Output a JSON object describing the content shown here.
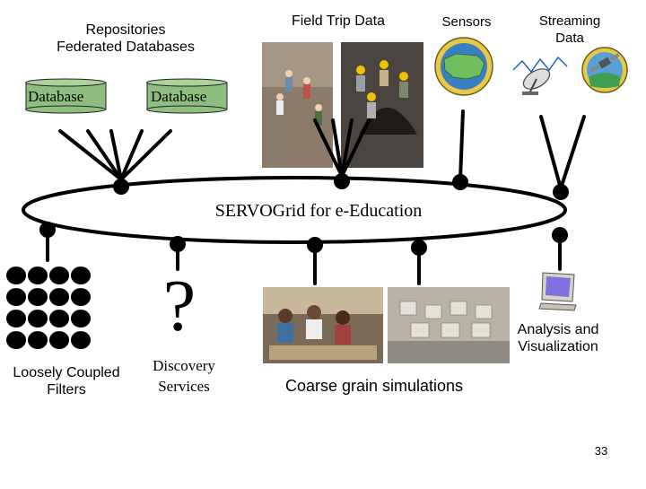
{
  "labels": {
    "repositories": "Repositories",
    "federated": "Federated Databases",
    "field_trip": "Field Trip Data",
    "sensors": "Sensors",
    "streaming_1": "Streaming",
    "streaming_2": "Data",
    "database_1": "Database",
    "database_2": "Database",
    "grid_title": "SERVOGrid for e-Education",
    "question": "?",
    "filters_1": "Loosely Coupled",
    "filters_2": "Filters",
    "discovery_1": "Discovery",
    "discovery_2": "Services",
    "coarse": "Coarse grain simulations",
    "analysis_1": "Analysis and",
    "analysis_2": "Visualization",
    "page_number": "33"
  },
  "colors": {
    "database_fill": "#8fbf80",
    "database_top": "#a9d39a",
    "sensor_badge": "#3a7fc0",
    "monitor": "#8070e0"
  },
  "icons": {
    "database": "database-cylinder-icon",
    "sensor": "usa-map-badge-icon",
    "satellite": "satellite-dish-icon",
    "monitor": "computer-monitor-icon",
    "filters": "filter-dots-icon"
  }
}
